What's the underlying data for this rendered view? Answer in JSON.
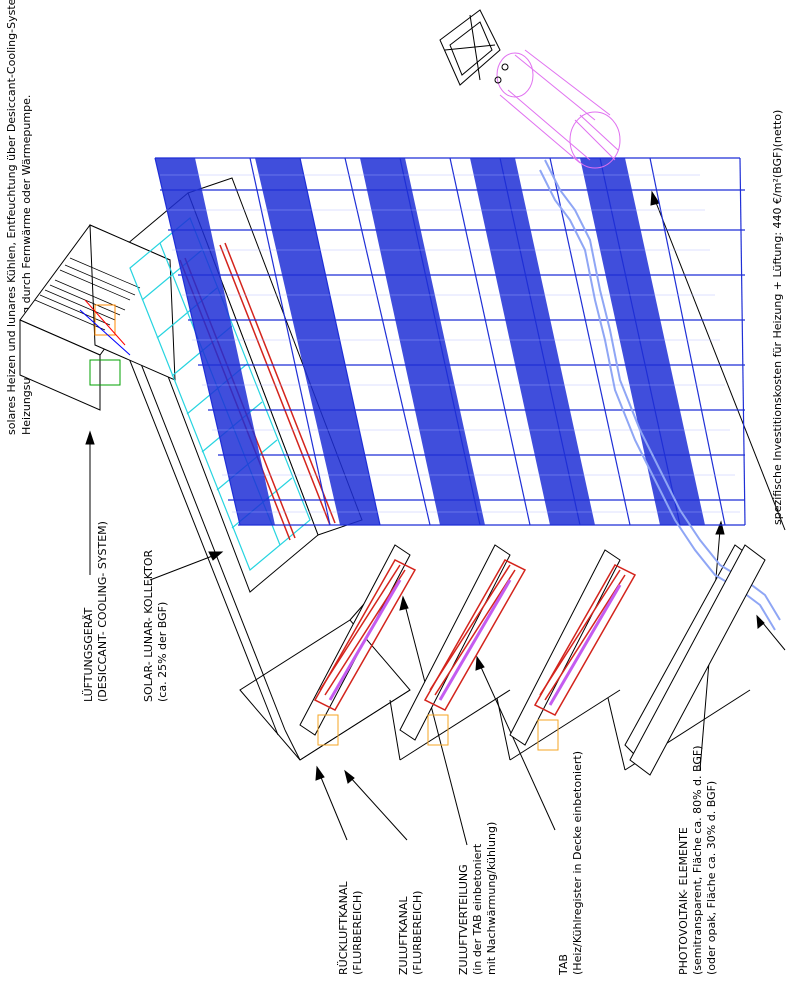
{
  "header": {
    "line1": "solares Heizen und lunares Kühlen, Entfeuchtung über Desiccant-Cooling-System",
    "line2": "Heizungsunterstützung durch Fernwärme oder Wärmepumpe."
  },
  "labels": {
    "lueftung": [
      "LÜFTUNGSGERÄT",
      "(DESICCANT- COOLING- SYSTEM)"
    ],
    "solar": [
      "SOLAR- LUNAR- KOLLEKTOR",
      "(ca. 25% der BGF)"
    ],
    "rueckluft": [
      "RÜCKLUFTKANAL",
      "(FLURBEREICH)"
    ],
    "zuluft": [
      "ZULUFTKANAL",
      "(FLURBEREICH)"
    ],
    "zuluftverteilung": [
      "ZULUFTVERTEILUNG",
      "(in der TAB einbetoniert",
      "mit Nachwärmung/kühlung)"
    ],
    "tab": [
      "TAB",
      "(Heiz/Kühlregister in Decke einbetoniert)"
    ],
    "photovoltaik": [
      "PHOTOVOLTAIK- ELEMENTE",
      "(semitransparent, Fläche ca. 80% d. BGF)",
      "(oder opak, Fläche ca. 30% d. BGF)"
    ]
  },
  "footer": {
    "cost": "spezifische Investitionskosten für Heizung + Lüftung: 440 €/m²(BGF)(netto)"
  },
  "colors": {
    "pv": "#1f2fd6",
    "pv_grid": "#5866e8",
    "tab": "#d4241c",
    "zuluft": "#c45cf0",
    "collector": "#27d4e0",
    "tank": "#e070f0",
    "pipe": "#8fa6f5",
    "outline": "#000000"
  }
}
